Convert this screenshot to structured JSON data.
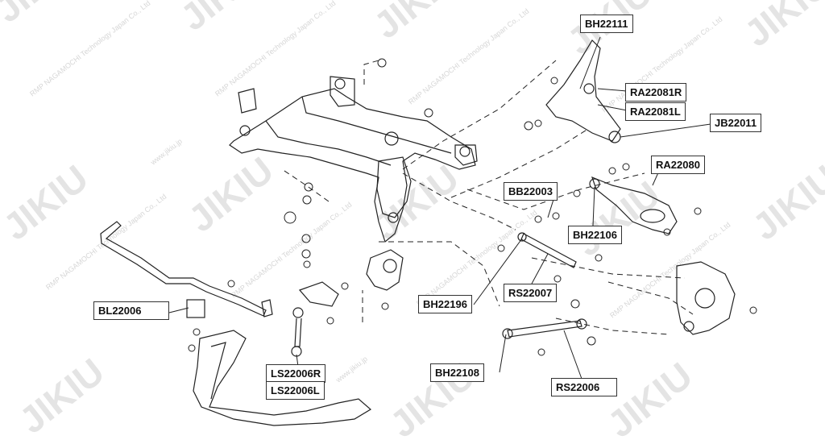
{
  "part_labels": {
    "bh22111": "BH22111",
    "ra22081r": "RA22081R",
    "ra22081l": "RA22081L",
    "jb22011": "JB22011",
    "ra22080": "RA22080",
    "bb22003": "BB22003",
    "bh22106": "BH22106",
    "bh22196": "BH22196",
    "rs22007": "RS22007",
    "bl22006": "BL22006",
    "ls22006r": "LS22006R",
    "ls22006l": "LS22006L",
    "bh22108": "BH22108",
    "rs22006": "RS22006"
  },
  "watermark": {
    "brand": "JIKIU",
    "line": "RMP NAGAMOCHI Technology Japan Co., Ltd",
    "url": "www.jikiu.jp"
  },
  "colors": {
    "ink": "#222222",
    "watermark": "#d0d0d0",
    "label_border": "#333333"
  }
}
